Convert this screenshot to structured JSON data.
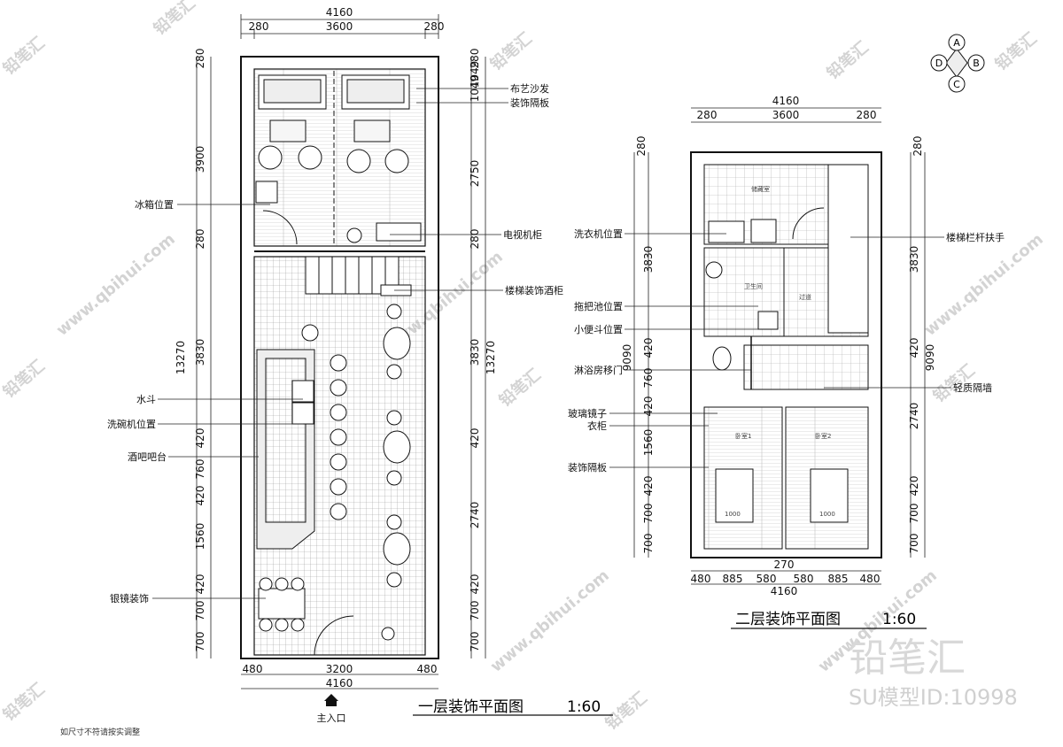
{
  "compass": {
    "north": "A",
    "east": "B",
    "south": "C",
    "west": "D"
  },
  "floor1": {
    "title": "一层装饰平面图",
    "scale": "1:60",
    "entrance": "主入口",
    "top_dims": {
      "total": "4160",
      "left": "280",
      "mid": "3600",
      "right": "280"
    },
    "bottom_dims": {
      "total": "4160",
      "left": "480",
      "mid": "3200",
      "right": "480"
    },
    "left_total": "13270",
    "right_total": "13270",
    "left_dims": [
      "280",
      "3900",
      "280",
      "3830",
      "420",
      "760",
      "420",
      "1560",
      "420",
      "700",
      "700"
    ],
    "right_dims": [
      "280",
      "1049",
      "2750",
      "280",
      "3830",
      "420",
      "2740",
      "420",
      "700",
      "700"
    ],
    "right_top_extra": "1049",
    "labels_left": [
      "冰箱位置",
      "水斗",
      "洗碗机位置",
      "酒吧吧台",
      "银镜装饰"
    ],
    "labels_right": [
      "布艺沙发",
      "装饰隔板",
      "电视机柜",
      "楼梯装饰酒柜"
    ]
  },
  "floor2": {
    "title": "二层装饰平面图",
    "scale": "1:60",
    "top_dims": {
      "total": "4160",
      "left": "280",
      "mid": "3600",
      "right": "280"
    },
    "bottom_dims": [
      "480",
      "885",
      "580",
      "580",
      "885",
      "480"
    ],
    "bottom_mid": "270",
    "bottom_total": "4160",
    "left_total": "9090",
    "right_total": "9090",
    "left_dims": [
      "280",
      "3830",
      "420",
      "760",
      "420",
      "1560",
      "420",
      "700",
      "700"
    ],
    "right_dims": [
      "280",
      "3830",
      "420",
      "2740",
      "420",
      "700",
      "700"
    ],
    "labels_left": [
      "洗衣机位置",
      "拖把池位置",
      "小便斗位置",
      "淋浴房移门",
      "玻璃镜子",
      "衣柜",
      "装饰隔板"
    ],
    "labels_right": [
      "楼梯栏杆扶手",
      "轻质隔墙"
    ],
    "rooms": [
      "储藏室",
      "卫生间",
      "过道",
      "卧室1",
      "卧室2"
    ],
    "bed_tags": [
      "1000",
      "1000"
    ]
  },
  "note": "如尺寸不符请按实调整",
  "brand": {
    "name": "铅笔汇",
    "model": "SU模型ID:10998"
  },
  "watermark": {
    "site": "www.qbihui.com",
    "cn": "铅笔汇"
  }
}
